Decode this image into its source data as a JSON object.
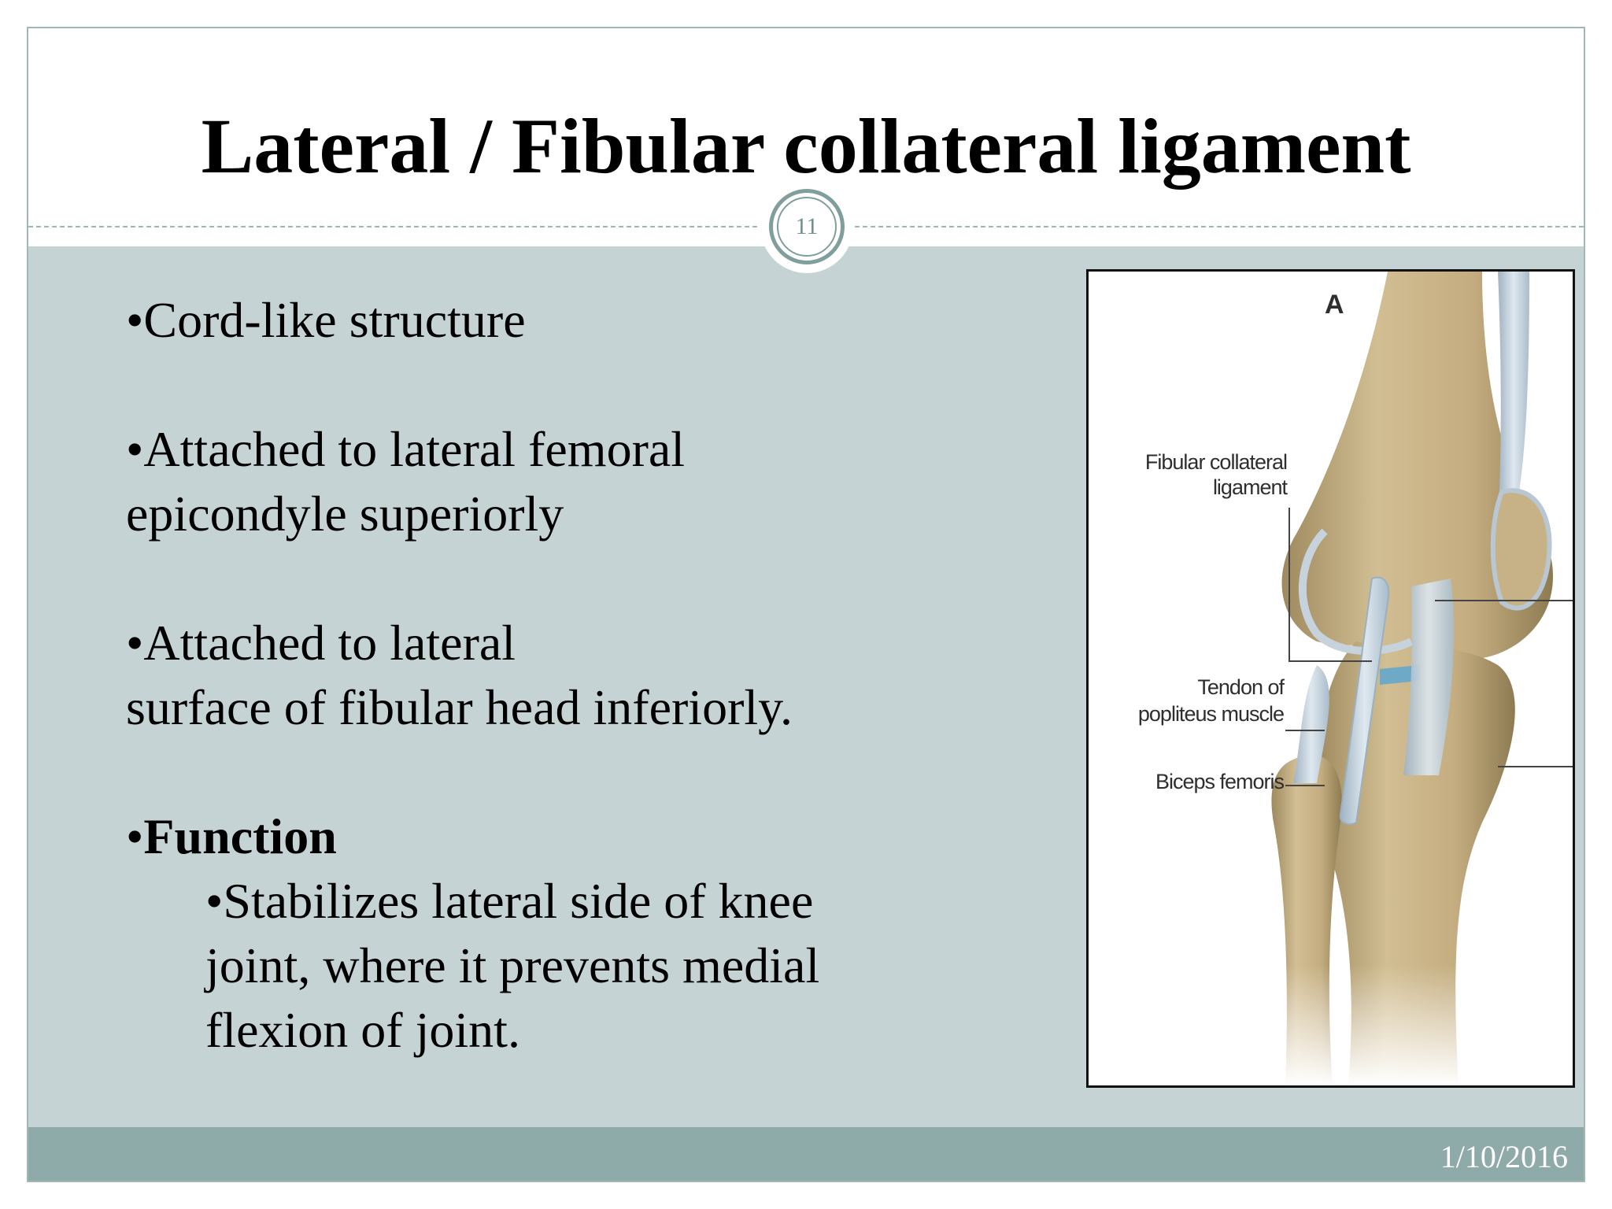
{
  "slide": {
    "title": "Lateral / Fibular collateral ligament",
    "number": "11",
    "date": "1/10/2016"
  },
  "bullets": {
    "b1": "•Cord-like structure",
    "b2_line1": "•Attached to lateral femoral",
    "b2_line2": "epicondyle superiorly",
    "b3_line1": "•Attached to lateral",
    "b3_line2": "surface of  fibular head inferiorly.",
    "b4_bullet": "•",
    "b4_head": "Function",
    "sub_line1": "•Stabilizes lateral side of knee",
    "sub_line2": "joint, where it prevents medial",
    "sub_line3": "flexion of joint."
  },
  "figure": {
    "panel_letter": "A",
    "label_fcl_1": "Fibular collateral",
    "label_fcl_2": "ligament",
    "label_tendon_1": "Tendon of",
    "label_tendon_2": "popliteus muscle",
    "label_biceps": "Biceps femoris"
  },
  "colors": {
    "content_band": "#c6d3d5",
    "footer_band": "#8eaaa9",
    "accent_ring": "#7f9e9c",
    "bone": "#c9b48a",
    "ligament": "#b8c8d6"
  }
}
